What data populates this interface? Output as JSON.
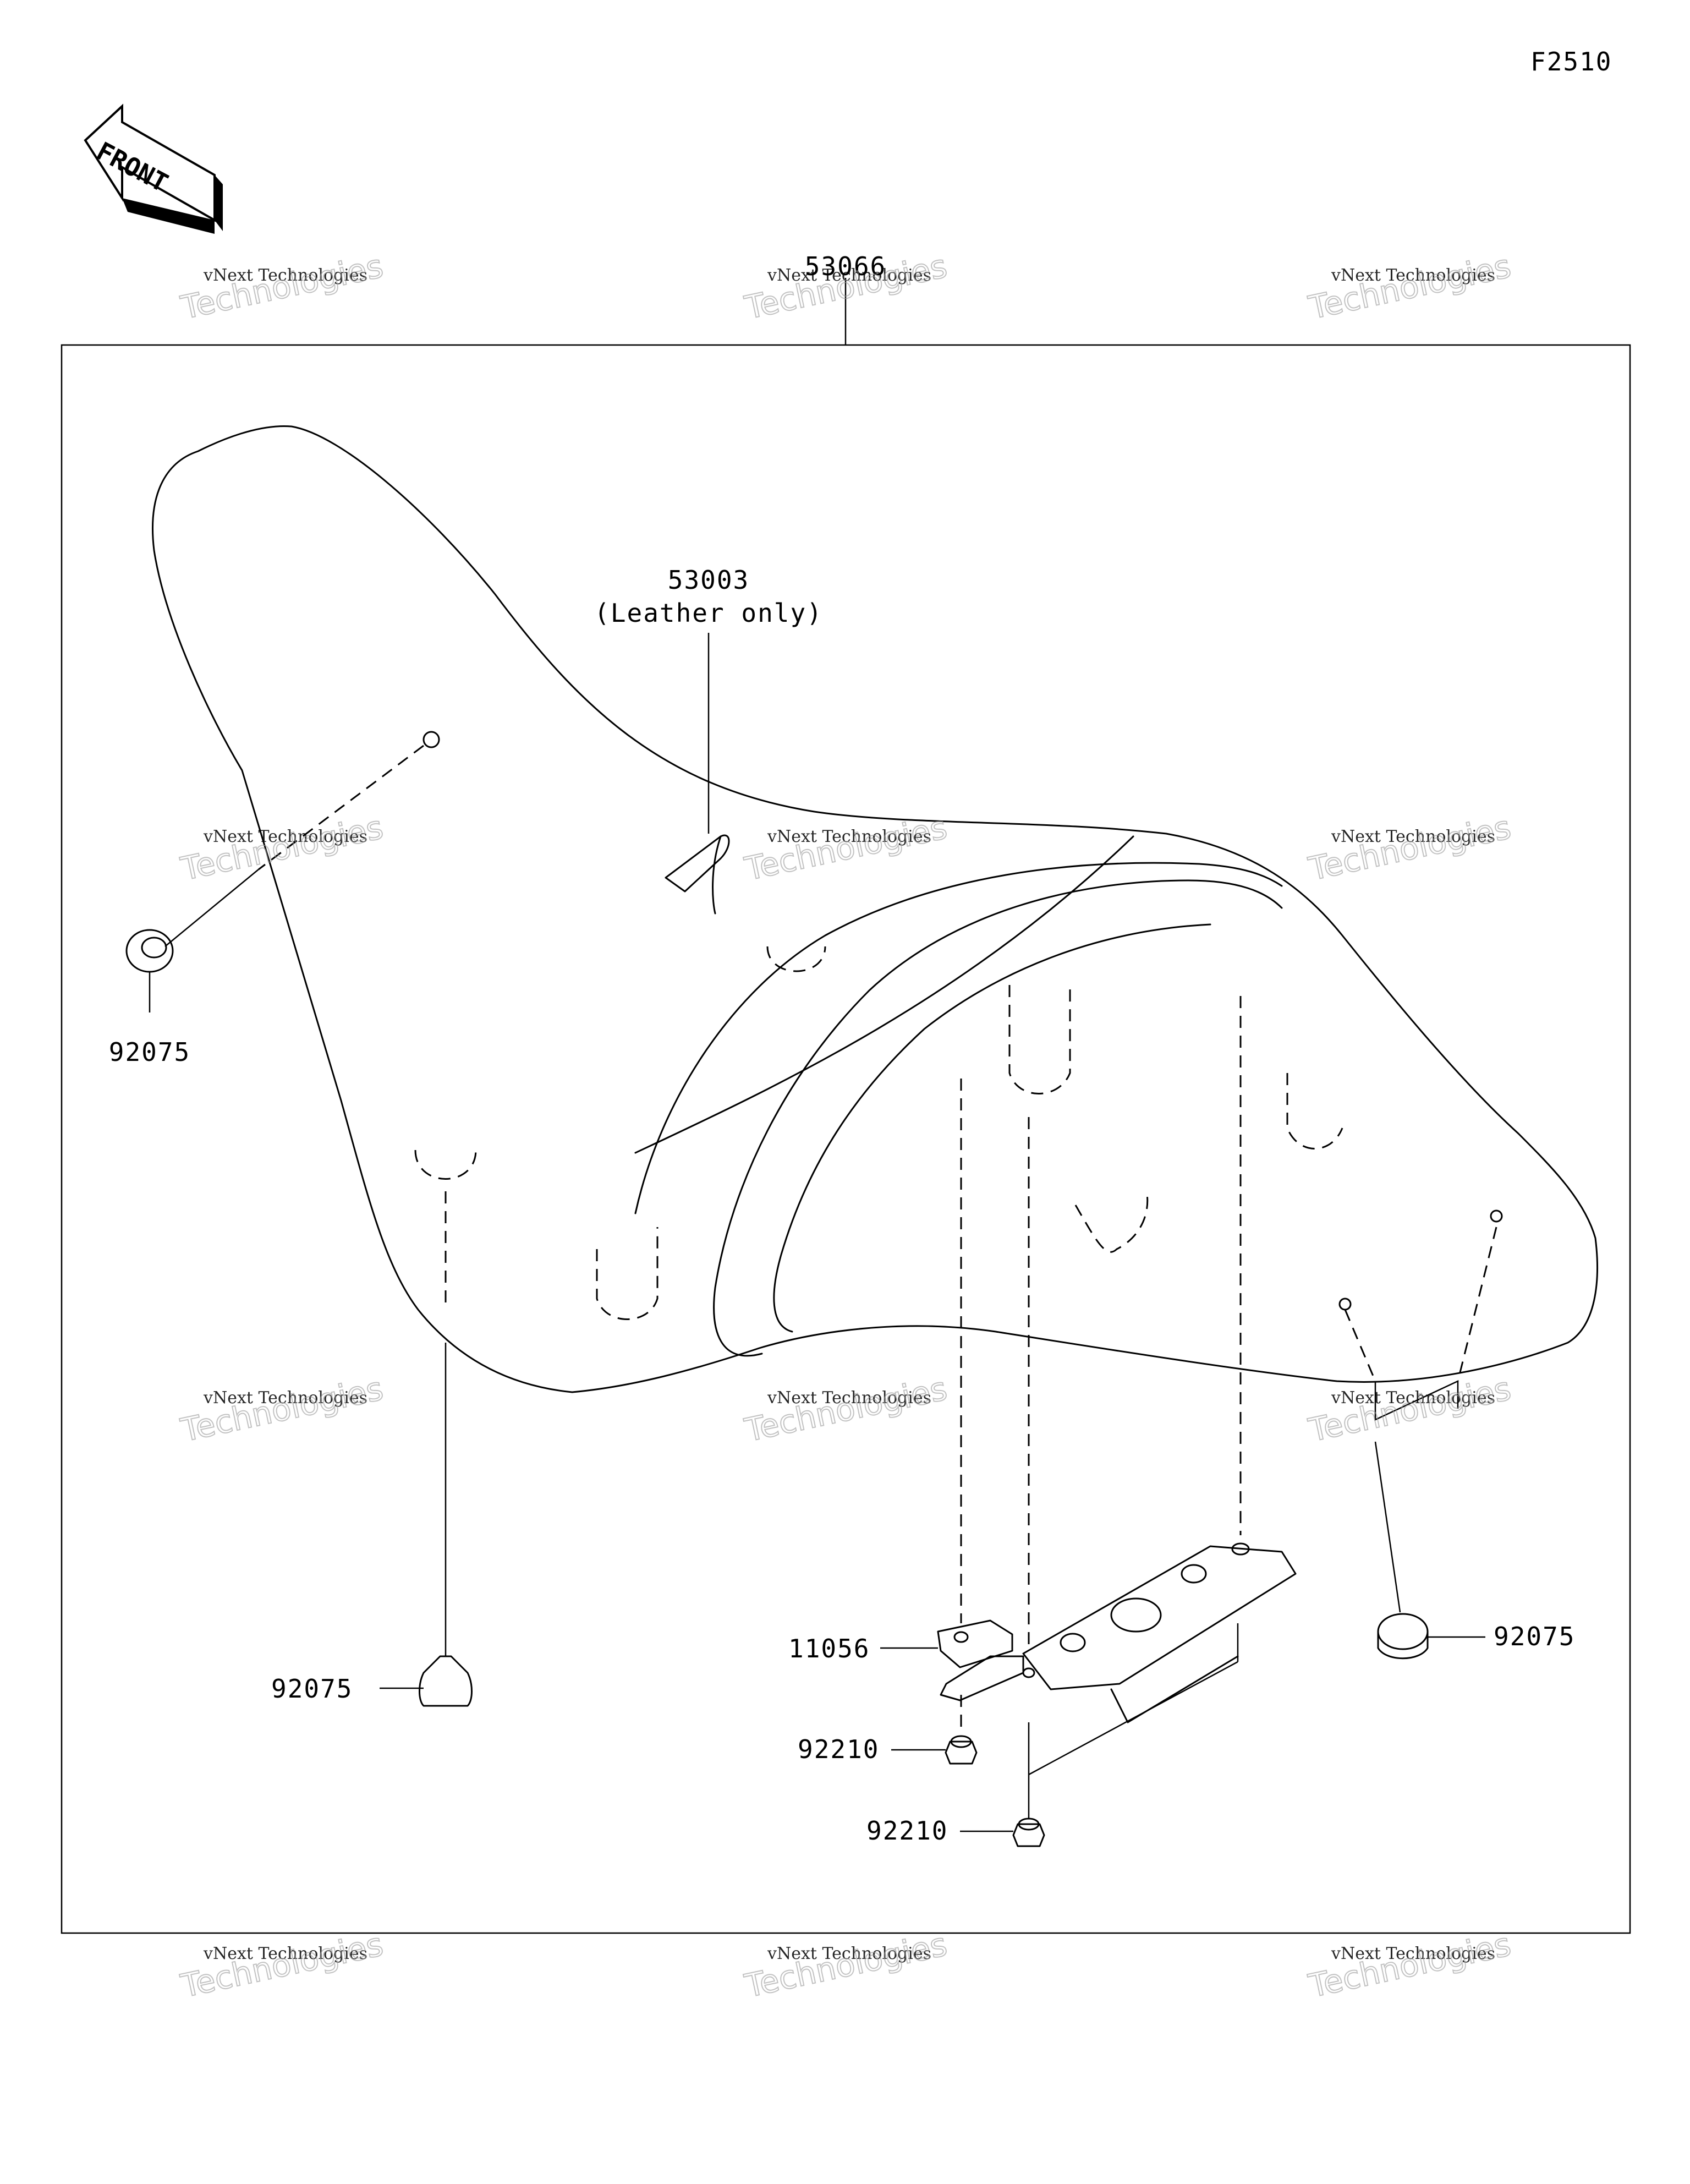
{
  "figure_code": "F2510",
  "front_label": "FRONT",
  "parts": {
    "assembly": "53066",
    "cover_number": "53003",
    "cover_note": "(Leather only)",
    "damper_left": "92075",
    "damper_bottom": "92075",
    "damper_right": "92075",
    "bracket": "11056",
    "nut_upper": "92210",
    "nut_lower": "92210"
  },
  "watermark": {
    "line1": "vNext Technologies",
    "line2": "Technologies"
  }
}
